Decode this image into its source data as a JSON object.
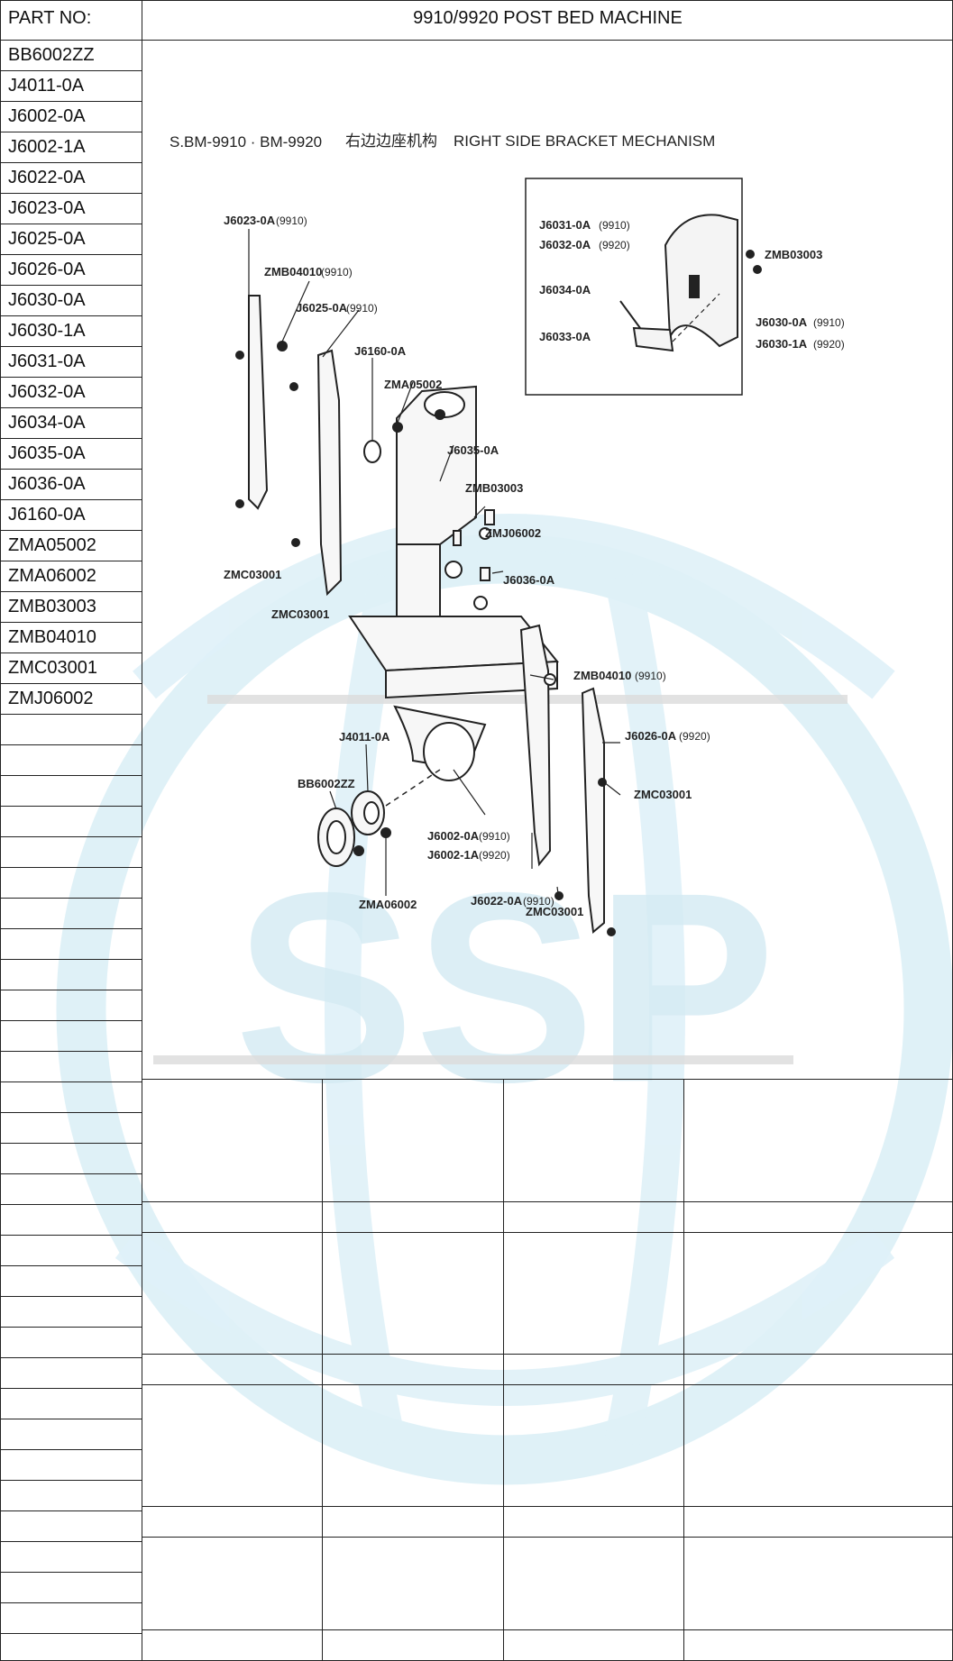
{
  "header": {
    "part_no_label": "PART NO:",
    "title": "9910/9920 POST BED MACHINE"
  },
  "part_numbers": [
    "BB6002ZZ",
    "J4011-0A",
    "J6002-0A",
    "J6002-1A",
    "J6022-0A",
    "J6023-0A",
    "J6025-0A",
    "J6026-0A",
    "J6030-0A",
    "J6030-1A",
    "J6031-0A",
    "J6032-0A",
    "J6034-0A",
    "J6035-0A",
    "J6036-0A",
    "J6160-0A",
    "ZMA05002",
    "ZMA06002",
    "ZMB03003",
    "ZMB04010",
    "ZMC03001",
    "ZMJ06002"
  ],
  "diagram": {
    "title_code": "S.BM-9910 · BM-9920",
    "title_cn": "右边边座机构",
    "title_en": "RIGHT SIDE BRACKET MECHANISM",
    "labels": {
      "j6023": "J6023-0A",
      "j6023_v": "(9910)",
      "zmb04010_top": "ZMB04010",
      "zmb04010_top_v": "(9910)",
      "j6025": "J6025-0A",
      "j6025_v": "(9910)",
      "j6160": "J6160-0A",
      "zma05002": "ZMA05002",
      "j6035": "J6035-0A",
      "zmb03003_mid": "ZMB03003",
      "zmj06002": "ZMJ06002",
      "j6036": "J6036-0A",
      "zmc03001_a": "ZMC03001",
      "zmc03001_b": "ZMC03001",
      "zmb04010_right": "ZMB04010",
      "zmb04010_right_v": "(9910)",
      "j6026": "J6026-0A",
      "j6026_v": "(9920)",
      "zmc03001_c": "ZMC03001",
      "j4011": "J4011-0A",
      "bb6002": "BB6002ZZ",
      "j6002_0": "J6002-0A",
      "j6002_0_v": "(9910)",
      "j6002_1": "J6002-1A",
      "j6002_1_v": "(9920)",
      "j6022": "J6022-0A",
      "j6022_v": "(9910)",
      "zmc03001_d": "ZMC03001",
      "zma06002": "ZMA06002",
      "inset_j6031": "J6031-0A",
      "inset_j6031_v": "(9910)",
      "inset_j6032": "J6032-0A",
      "inset_j6032_v": "(9920)",
      "inset_zmb03003": "ZMB03003",
      "inset_j6034": "J6034-0A",
      "inset_j6033": "J6033-0A",
      "inset_j6030_0": "J6030-0A",
      "inset_j6030_0_v": "(9910)",
      "inset_j6030_1": "J6030-1A",
      "inset_j6030_1_v": "(9920)"
    }
  },
  "watermark": {
    "text": "SSP",
    "color": "#d6ecf4"
  }
}
